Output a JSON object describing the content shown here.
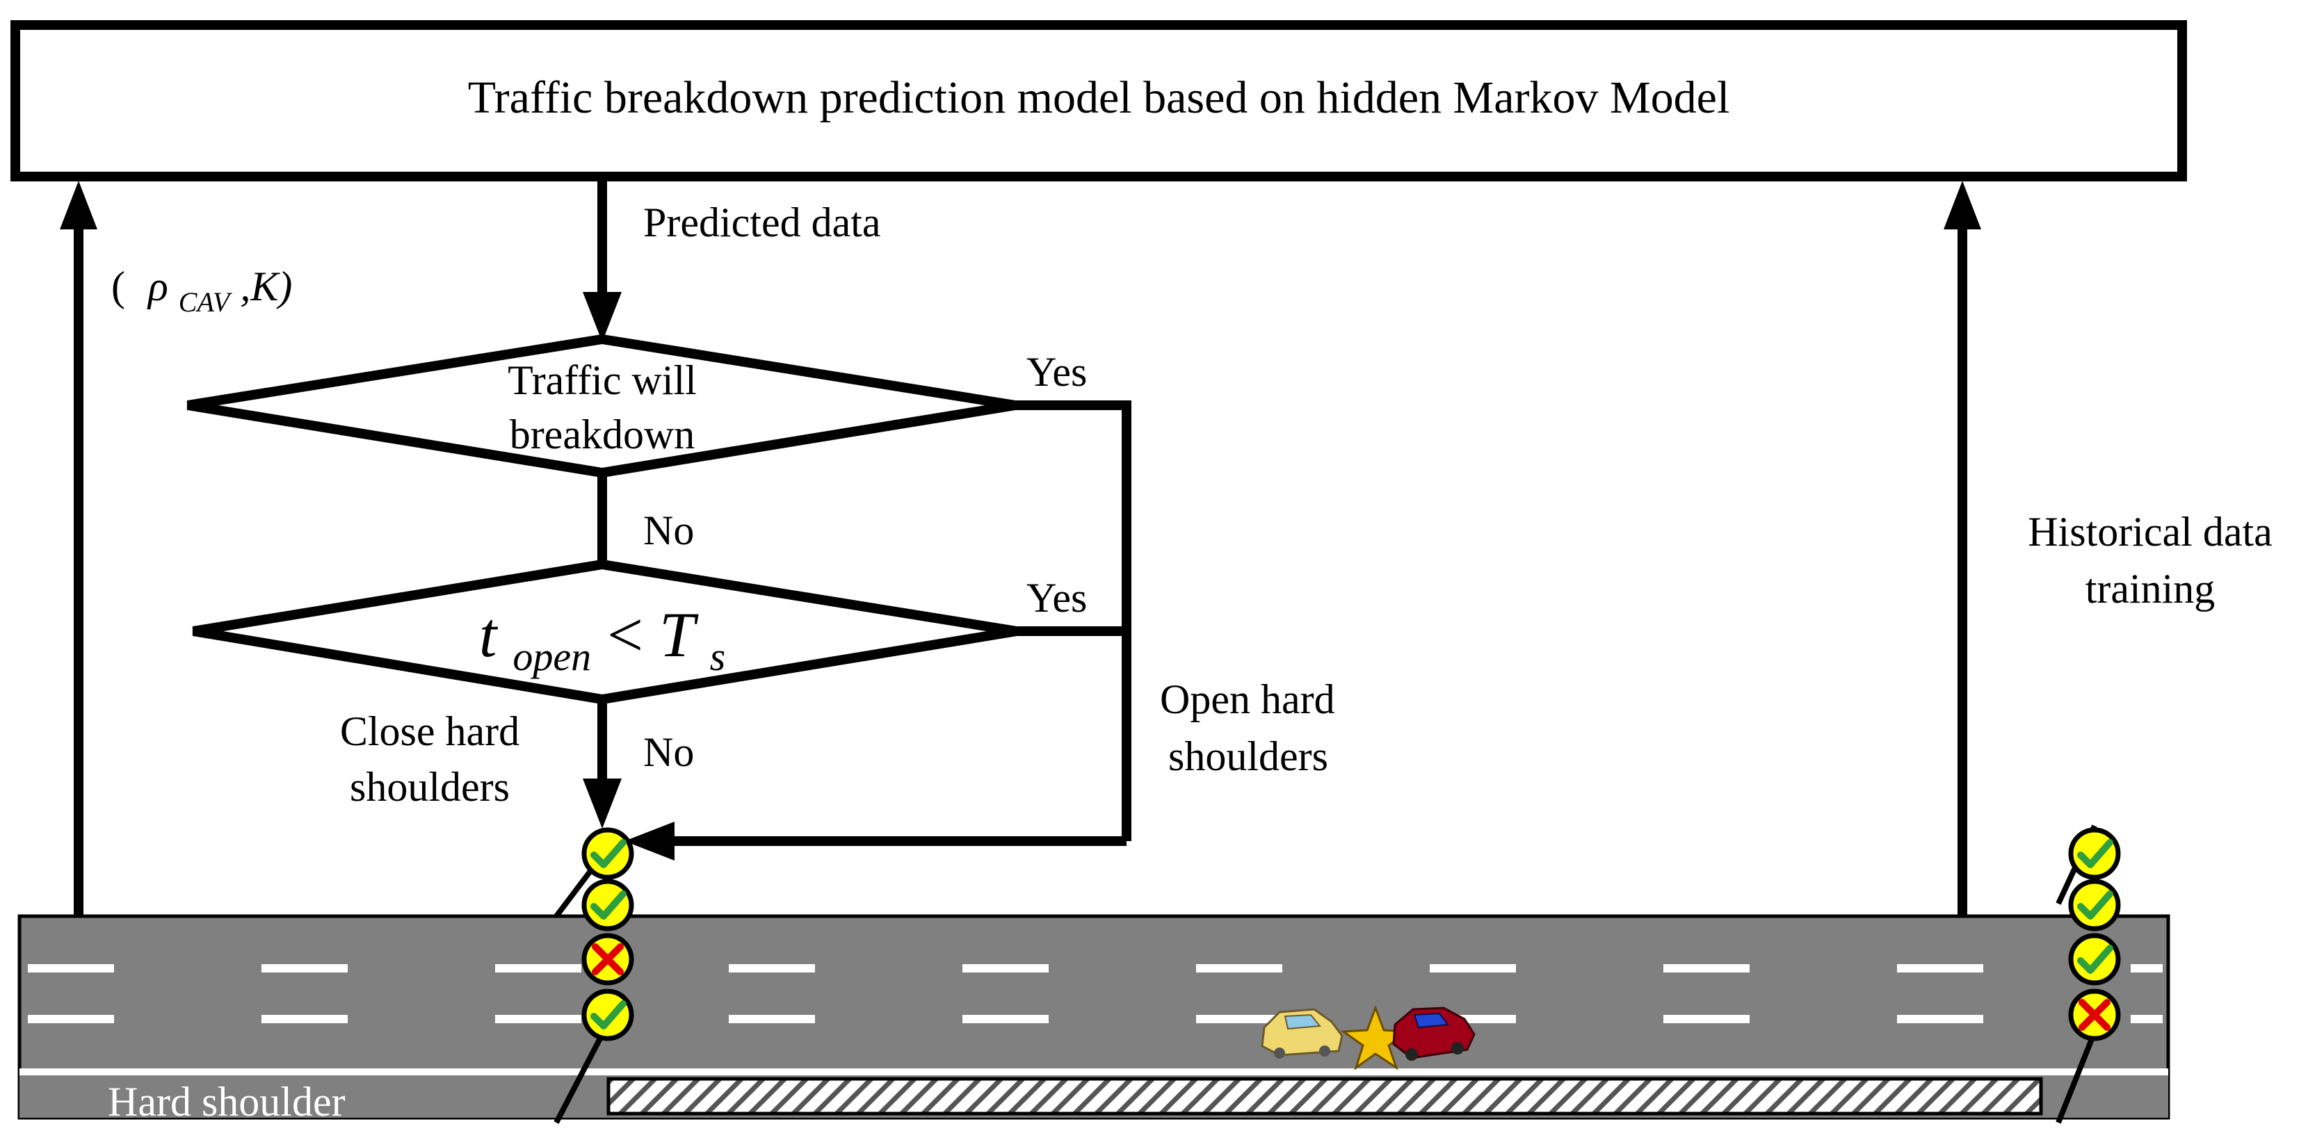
{
  "title_box": {
    "text": "Traffic breakdown prediction model based on hidden Markov Model"
  },
  "labels": {
    "predicted_data": "Predicted data",
    "input_paren_open": "(",
    "input_rho": "ρ",
    "input_sub": "CAV",
    "input_tail": ",K)",
    "historical_line1": "Historical data",
    "historical_line2": "training",
    "yes_top": "Yes",
    "yes_bottom": "Yes",
    "no_top": "No",
    "no_bottom": "No",
    "open_line1": "Open hard",
    "open_line2": "shoulders",
    "close_line1": "Close hard",
    "close_line2": "shoulders",
    "hard_shoulder": "Hard shoulder"
  },
  "decisions": {
    "first_line1": "Traffic will",
    "first_line2": "breakdown",
    "second_t": "t",
    "second_sub": "open",
    "second_lt": "<",
    "second_T": "T",
    "second_T_sub": "s"
  },
  "signals": {
    "left_gantry": [
      "check",
      "check",
      "cross",
      "check"
    ],
    "right_gantry": [
      "check",
      "check",
      "check",
      "cross"
    ]
  },
  "colors": {
    "road": "#808080",
    "lane_marking": "#ffffff",
    "signal_fill": "#ffff00",
    "check": "#2e9e3e",
    "cross": "#e00000",
    "stroke": "#000000"
  }
}
